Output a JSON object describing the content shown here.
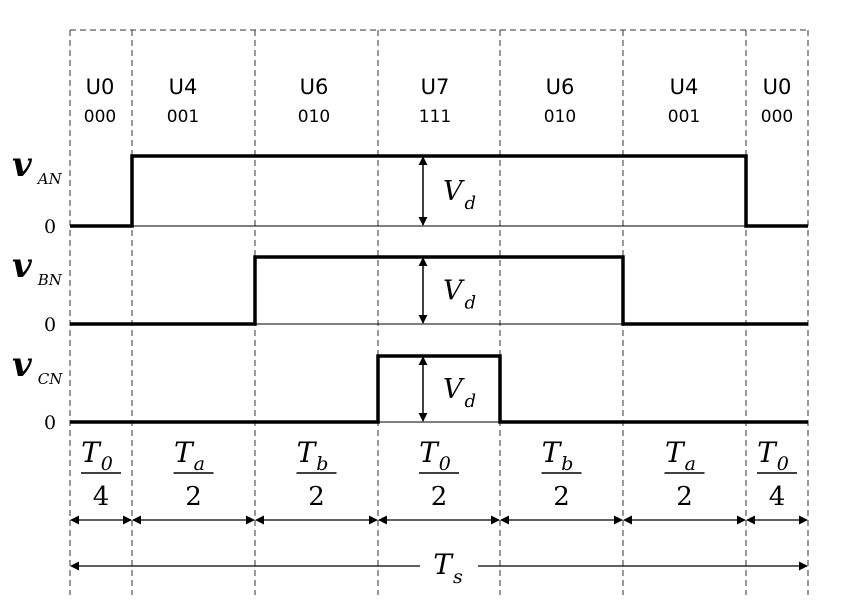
{
  "intervals": [
    {
      "state": "U0",
      "code": "000"
    },
    {
      "state": "U4",
      "code": "001"
    },
    {
      "state": "U6",
      "code": "010"
    },
    {
      "state": "U7",
      "code": "111"
    },
    {
      "state": "U6",
      "code": "010"
    },
    {
      "state": "U4",
      "code": "001"
    },
    {
      "state": "U0",
      "code": "000"
    }
  ],
  "signals": [
    {
      "main": "v",
      "sub": "AN",
      "levels": [
        0,
        1,
        1,
        1,
        1,
        1,
        0
      ]
    },
    {
      "main": "v",
      "sub": "BN",
      "levels": [
        0,
        0,
        1,
        1,
        1,
        0,
        0
      ]
    },
    {
      "main": "v",
      "sub": "CN",
      "levels": [
        0,
        0,
        0,
        1,
        0,
        0,
        0
      ]
    }
  ],
  "zero_label": "0",
  "amplitude": {
    "main": "V",
    "sub": "d"
  },
  "durations": [
    {
      "num": "T",
      "num_sub": "0",
      "den": "4"
    },
    {
      "num": "T",
      "num_sub": "a",
      "den": "2"
    },
    {
      "num": "T",
      "num_sub": "b",
      "den": "2"
    },
    {
      "num": "T",
      "num_sub": "0",
      "den": "2"
    },
    {
      "num": "T",
      "num_sub": "b",
      "den": "2"
    },
    {
      "num": "T",
      "num_sub": "a",
      "den": "2"
    },
    {
      "num": "T",
      "num_sub": "0",
      "den": "4"
    }
  ],
  "period": {
    "main": "T",
    "sub": "s"
  }
}
